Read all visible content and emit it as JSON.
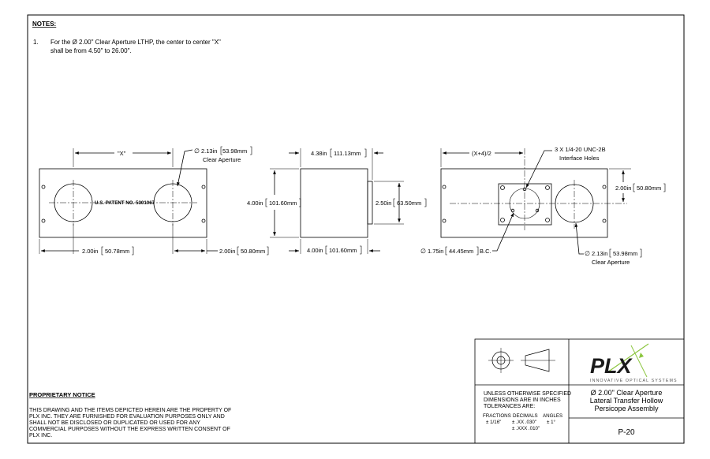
{
  "notes": {
    "heading": "NOTES:",
    "item_number": "1.",
    "line1": "For the Ø 2.00\" Clear Aperture LTHP, the center to center \"X\"",
    "line2": "shall be from 4.50\" to 26.00\"."
  },
  "view_left": {
    "dim_top": "\"X\"",
    "aperture_dia": "2.13in",
    "aperture_dia_mm": "53.98mm",
    "aperture_label": "Clear Aperture",
    "patent": "U.S. PATENT NO. 5301067",
    "dim_bottom_left": "2.00in",
    "dim_bottom_left_mm": "50.78mm",
    "dim_bottom_right": "2.00in",
    "dim_bottom_right_mm": "50.80mm"
  },
  "view_middle": {
    "dim_top": "4.38in",
    "dim_top_mm": "111.13mm",
    "dim_height": "4.00in",
    "dim_height_mm": "101.60mm",
    "dim_port": "2.50in",
    "dim_port_mm": "63.50mm",
    "dim_bottom": "4.00in",
    "dim_bottom_mm": "101.60mm"
  },
  "view_right": {
    "dim_top": "(X+4)/2",
    "holes_line1": "3 X 1/4-20 UNC-2B",
    "holes_line2": "Interface Holes",
    "dim_right": "2.00in",
    "dim_right_mm": "50.80mm",
    "bc": "1.75in",
    "bc_mm": "44.45mm",
    "bc_suffix": "B.C.",
    "aperture_dia": "2.13in",
    "aperture_dia_mm": "53.98mm",
    "aperture_label": "Clear Aperture"
  },
  "proprietary": {
    "heading": "PROPRIETARY NOTICE",
    "lines": [
      "THIS DRAWING AND THE ITEMS DEPICTED HEREIN ARE THE PROPERTY OF",
      "PLX INC. THEY ARE FURNISHED FOR EVALUATION PURPOSES ONLY AND",
      "SHALL NOT BE DISCLOSED OR DUPLICATED OR USED FOR ANY",
      "COMMERCIAL PURPOSES WITHOUT THE EXPRESS WRITTEN CONSENT OF",
      "PLX INC."
    ]
  },
  "title_block": {
    "logo_text": "PLX",
    "tagline": "INNOVATIVE OPTICAL SYSTEMS",
    "tol_line1": "UNLESS OTHERWISE SPECIFIED",
    "tol_line2": "DIMENSIONS ARE IN INCHES",
    "tol_line3": "TOLERANCES ARE:",
    "tol_head_fractions": "FRACTIONS",
    "tol_head_decimals": "DECIMALS",
    "tol_head_angles": "ANGLES",
    "tol_fractions": "± 1/16\"",
    "tol_dec_xx": "± .XX  .030\"",
    "tol_dec_xxx": "± .XXX .010\"",
    "tol_angles": "± 1°",
    "title_line1": "Ø 2.00\" Clear Aperture",
    "title_line2": "Lateral Transfer Hollow",
    "title_line3": "Persicope Assembly",
    "drawing_number": "P-20"
  },
  "colors": {
    "line": "#000000",
    "logo_green": "#8cc63f",
    "logo_dark": "#1a1a1a"
  }
}
